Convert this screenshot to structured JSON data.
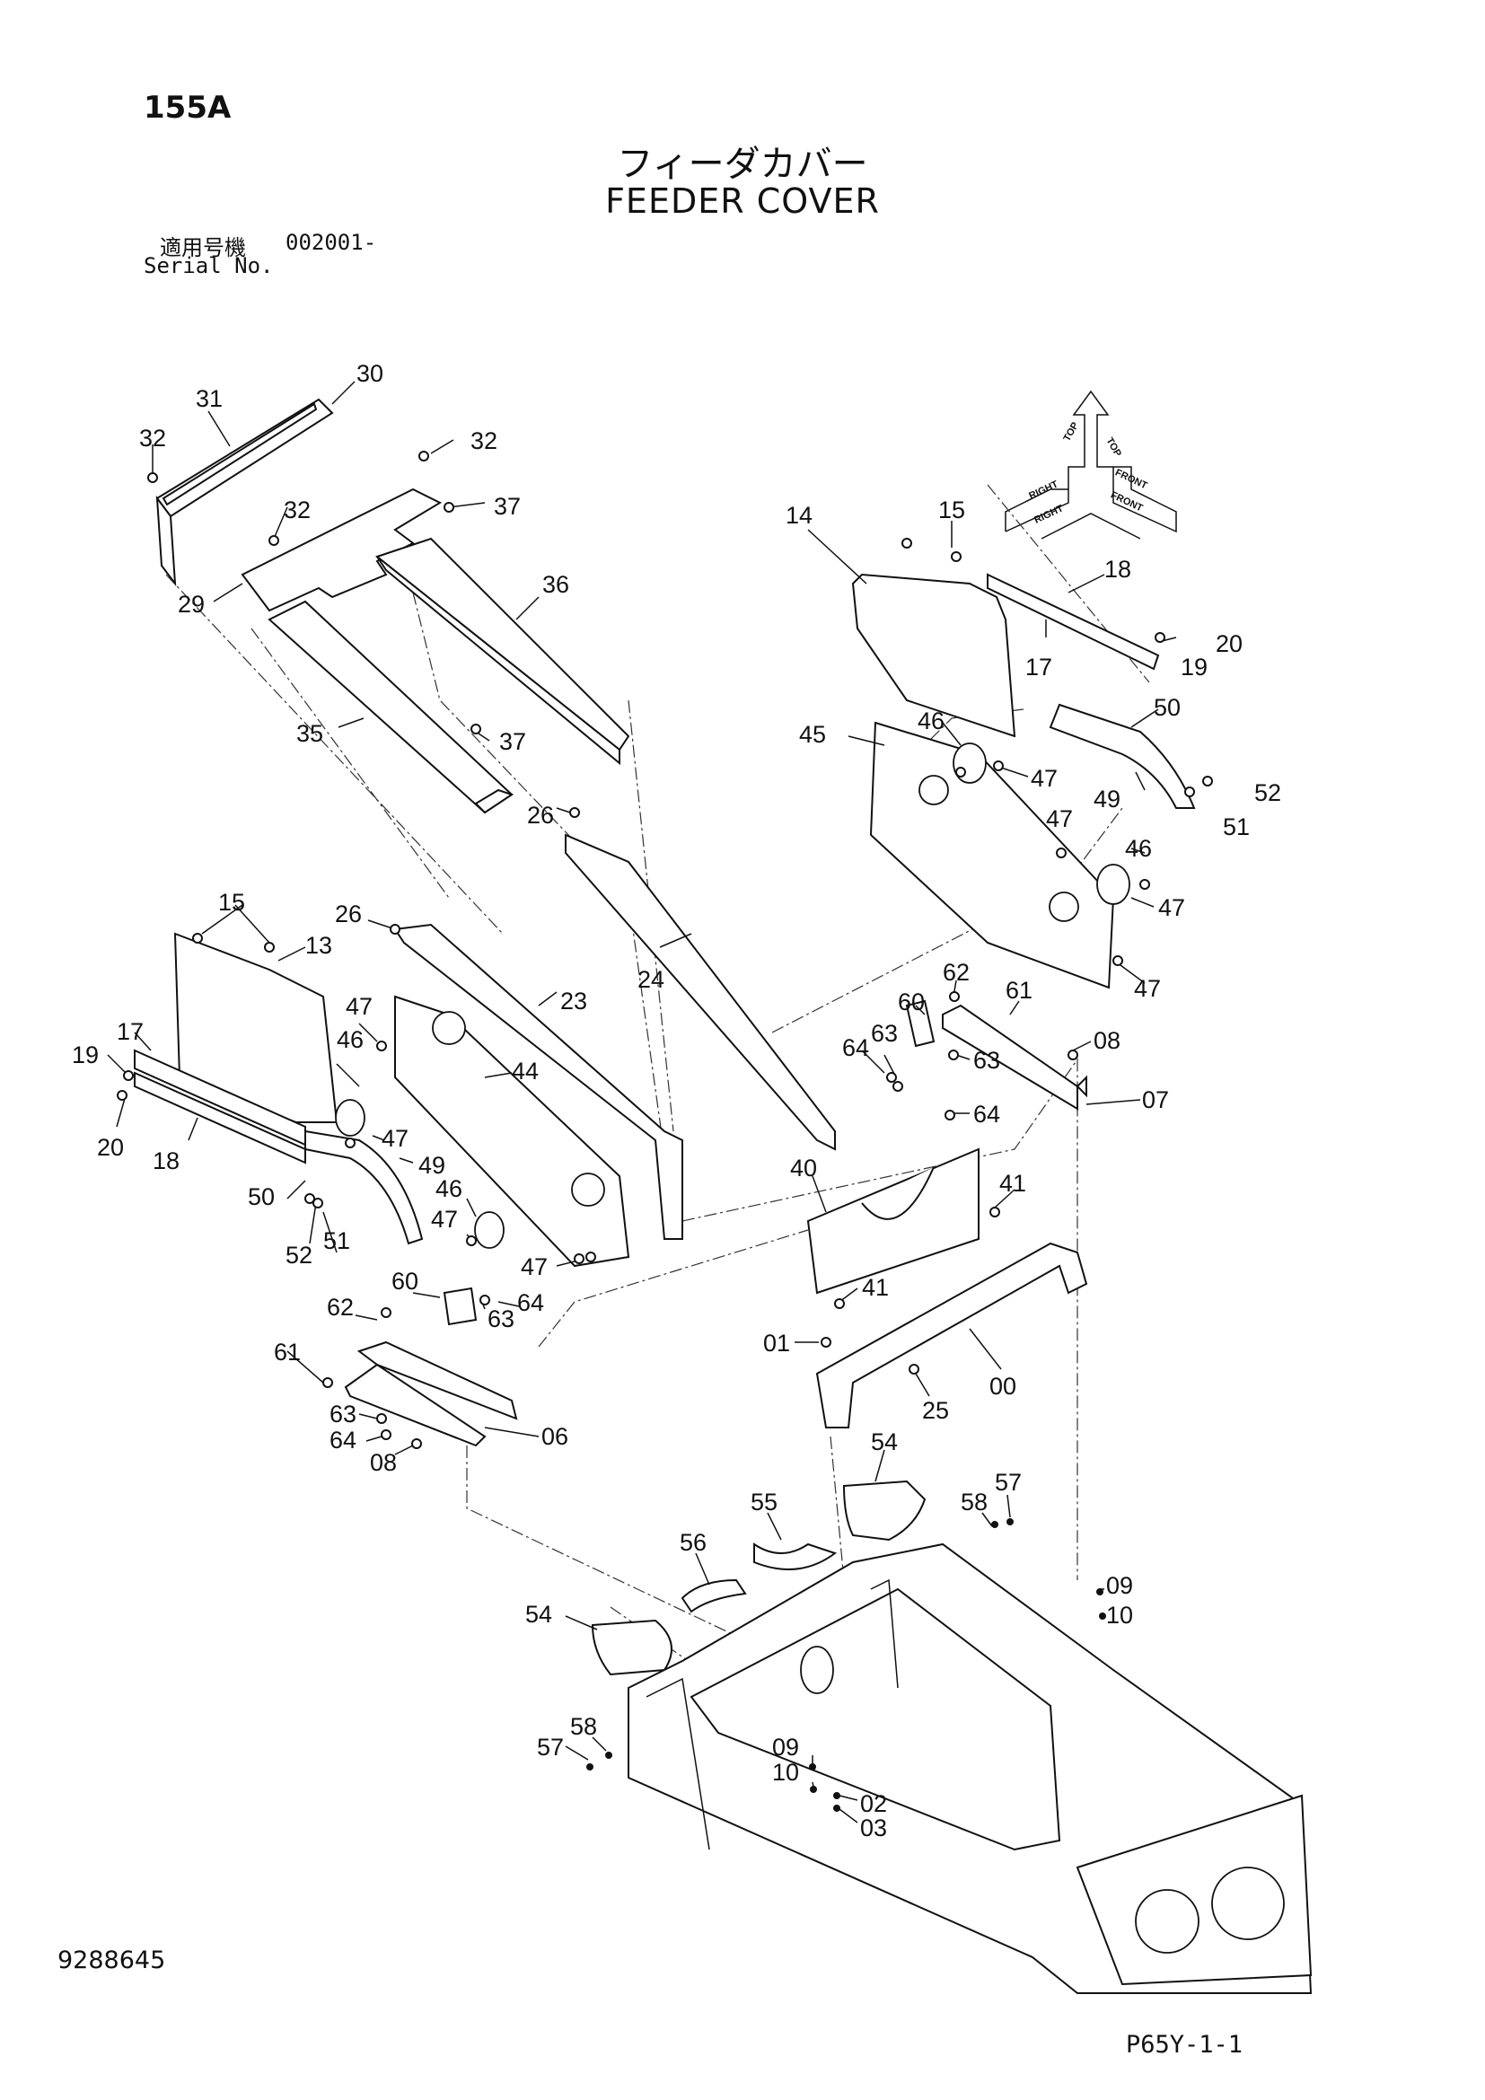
{
  "header": {
    "sheet_code": "155A",
    "title_jp": "フィーダカバー",
    "title_en": "FEEDER COVER",
    "serial_label_jp": "適用号機",
    "serial_value": "002001-",
    "serial_label_en": "Serial No."
  },
  "footer": {
    "doc_number": "9288645",
    "page_code": "P65Y-1-1"
  },
  "orientation": {
    "top": "TOP",
    "front": "FRONT",
    "right": "RIGHT"
  },
  "callouts": [
    "30",
    "31",
    "32",
    "32",
    "32",
    "37",
    "36",
    "29",
    "35",
    "37",
    "26",
    "24",
    "14",
    "15",
    "18",
    "20",
    "19",
    "17",
    "45",
    "46",
    "47",
    "50",
    "49",
    "52",
    "51",
    "47",
    "46",
    "47",
    "47",
    "15",
    "13",
    "26",
    "23",
    "47",
    "46",
    "44",
    "17",
    "19",
    "20",
    "18",
    "47",
    "49",
    "50",
    "52",
    "51",
    "46",
    "47",
    "47",
    "62",
    "60",
    "61",
    "08",
    "64",
    "63",
    "63",
    "64",
    "07",
    "40",
    "41",
    "41",
    "01",
    "25",
    "00",
    "60",
    "62",
    "63",
    "64",
    "61",
    "63",
    "64",
    "08",
    "06",
    "54",
    "57",
    "58",
    "55",
    "56",
    "09",
    "10",
    "54",
    "58",
    "57",
    "09",
    "10",
    "02",
    "03"
  ]
}
